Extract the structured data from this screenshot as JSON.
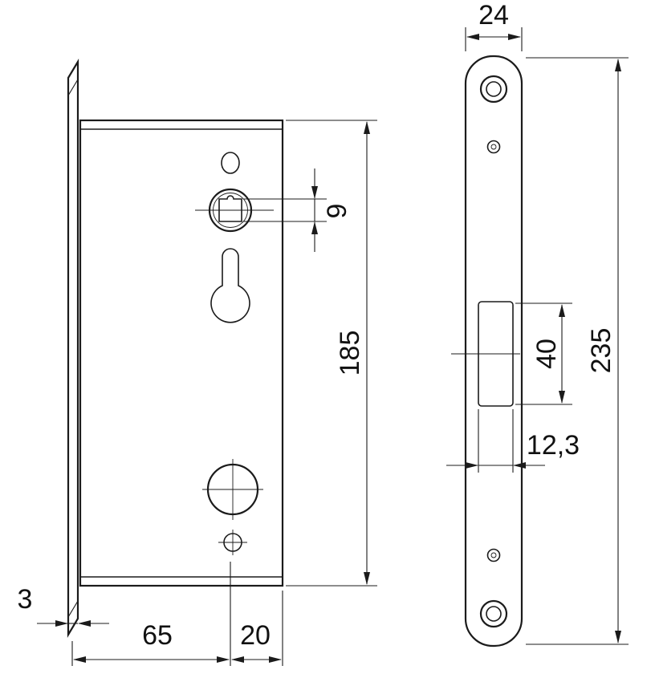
{
  "drawing": {
    "type": "technical-drawing",
    "subject": "mortise lock, side view and faceplate front view",
    "line_color": "#1b1b1b",
    "background_color": "#ffffff",
    "dims": {
      "spindle_square": "9",
      "case_height": "185",
      "faceplate_thickness": "3",
      "backset": "65",
      "case_projection": "20",
      "faceplate_width": "24",
      "faceplate_height": "235",
      "latch_cutout_height": "40",
      "latch_cutout_width": "12,3"
    }
  }
}
